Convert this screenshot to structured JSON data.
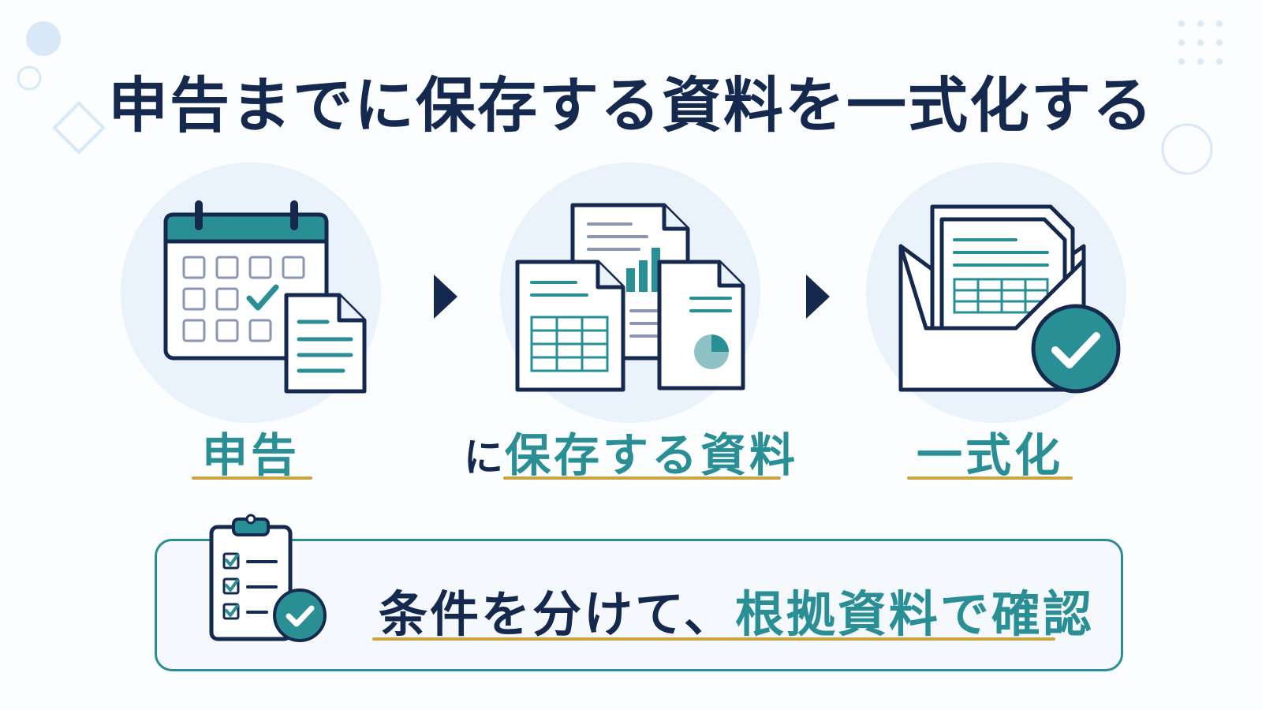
{
  "title": "申告までに保存する資料を一式化する",
  "steps": [
    {
      "label": "申告"
    },
    {
      "lead": "に",
      "label": "保存する資料"
    },
    {
      "label": "一式化"
    }
  ],
  "condition": {
    "prefix": "条件を分けて、",
    "emphasis": "根拠資料で確認"
  },
  "colors": {
    "navy": "#15294f",
    "teal": "#2a8f95",
    "gold": "#c9a43f",
    "light_blue": "#eaf3fb"
  },
  "icons": {
    "step1": "calendar-with-document-icon",
    "step2": "document-stack-icon",
    "step3": "envelope-checkmark-icon",
    "condition": "clipboard-checklist-icon"
  }
}
